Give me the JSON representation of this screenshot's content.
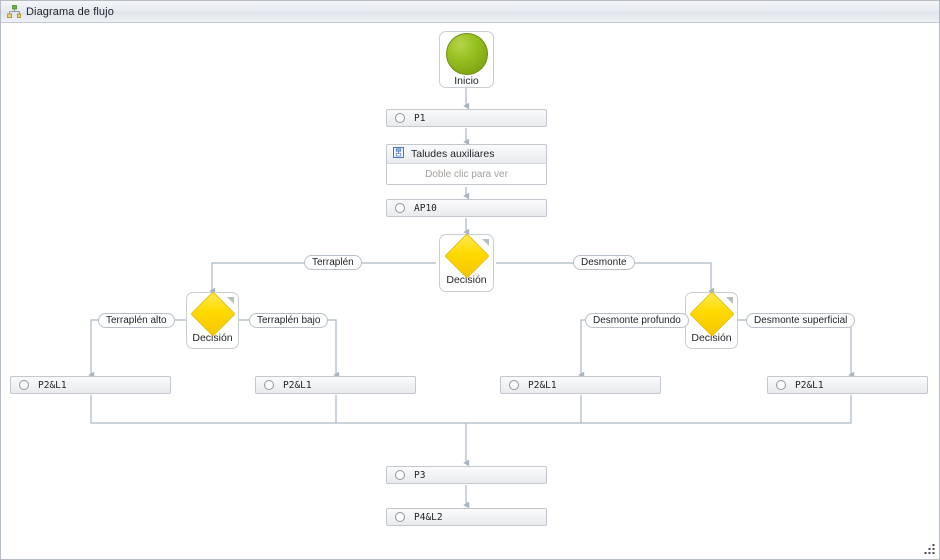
{
  "window": {
    "title": "Diagrama de flujo",
    "title_icon": "flowchart-hierarchy-icon",
    "resize_grip_icon": "resize-grip-icon"
  },
  "colors": {
    "start_node_green": "#96c11f",
    "decision_yellow": "#ffd900",
    "node_border": "#c3c8ce",
    "wire": "#aab6c4",
    "titlebar_bg": "#e7ebef",
    "hint_text": "#a5a19c"
  },
  "diagram": {
    "nodes": [
      {
        "id": "inicio",
        "type": "start",
        "label": "Inicio",
        "icon": "green-circle-icon"
      },
      {
        "id": "p1",
        "type": "process",
        "label": "P1",
        "icon": "circle-ring-icon"
      },
      {
        "id": "taludes",
        "type": "subprocess",
        "label": "Taludes auxiliares",
        "hint": "Doble clic para ver",
        "icon": "subprocess-icon"
      },
      {
        "id": "ap10",
        "type": "process",
        "label": "AP10",
        "icon": "circle-ring-icon"
      },
      {
        "id": "dec_main",
        "type": "decision",
        "label": "Decisión",
        "icon": "yellow-diamond-icon"
      },
      {
        "id": "dec_terr",
        "type": "decision",
        "label": "Decisión",
        "icon": "yellow-diamond-icon"
      },
      {
        "id": "dec_desm",
        "type": "decision",
        "label": "Decisión",
        "icon": "yellow-diamond-icon"
      },
      {
        "id": "p2l1_a",
        "type": "process",
        "label": "P2&L1",
        "icon": "circle-ring-icon"
      },
      {
        "id": "p2l1_b",
        "type": "process",
        "label": "P2&L1",
        "icon": "circle-ring-icon"
      },
      {
        "id": "p2l1_c",
        "type": "process",
        "label": "P2&L1",
        "icon": "circle-ring-icon"
      },
      {
        "id": "p2l1_d",
        "type": "process",
        "label": "P2&L1",
        "icon": "circle-ring-icon"
      },
      {
        "id": "p3",
        "type": "process",
        "label": "P3",
        "icon": "circle-ring-icon"
      },
      {
        "id": "p4l2",
        "type": "process",
        "label": "P4&L2",
        "icon": "circle-ring-icon"
      }
    ],
    "edge_labels": [
      {
        "id": "e_terr",
        "text": "Terraplén"
      },
      {
        "id": "e_desm",
        "text": "Desmonte"
      },
      {
        "id": "e_terr_alto",
        "text": "Terraplén alto"
      },
      {
        "id": "e_terr_bajo",
        "text": "Terraplén bajo"
      },
      {
        "id": "e_desm_prof",
        "text": "Desmonte profundo"
      },
      {
        "id": "e_desm_sup",
        "text": "Desmonte superficial"
      }
    ]
  }
}
